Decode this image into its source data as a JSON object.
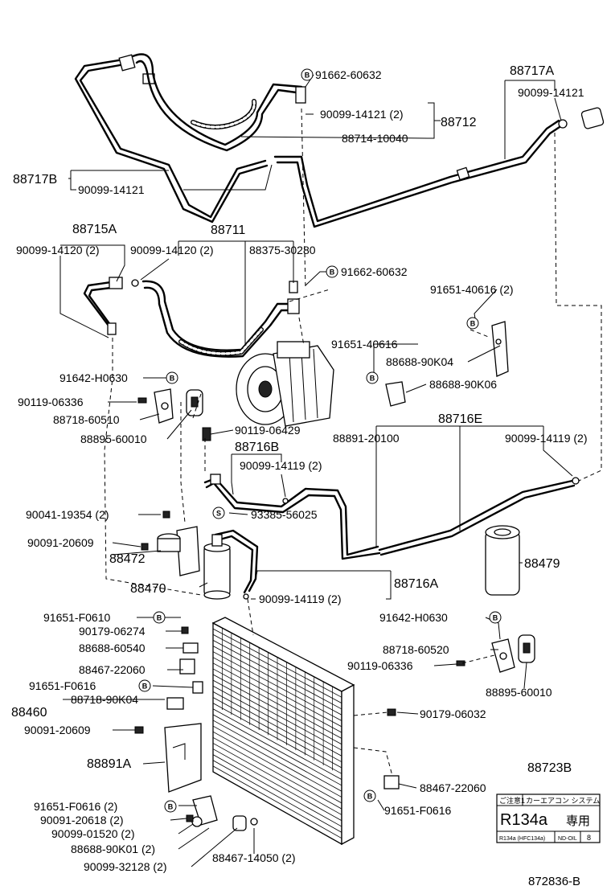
{
  "labels": {
    "p_91662_60632_a": "91662-60632",
    "p_88717A": "88717A",
    "p_90099_14121_a": "90099-14121",
    "p_90099_14121_2": "90099-14121 (2)",
    "p_88712": "88712",
    "p_88714_10040": "88714-10040",
    "p_88717B": "88717B",
    "p_90099_14121_b": "90099-14121",
    "p_88715A": "88715A",
    "p_88711": "88711",
    "p_90099_14120_2a": "90099-14120 (2)",
    "p_90099_14120_2b": "90099-14120 (2)",
    "p_88375_30280": "88375-30280",
    "p_91662_60632_b": "91662-60632",
    "p_91651_40616_2": "91651-40616 (2)",
    "p_91651_40616": "91651-40616",
    "p_88688_90K04": "88688-90K04",
    "p_88688_90K06": "88688-90K06",
    "p_91642_H0630_a": "91642-H0630",
    "p_90119_06336_a": "90119-06336",
    "p_88718_60510": "88718-60510",
    "p_88895_60010_a": "88895-60010",
    "p_90119_06429": "90119-06429",
    "p_88716E": "88716E",
    "p_88891_20100": "88891-20100",
    "p_90099_14119_2a": "90099-14119 (2)",
    "p_88716B": "88716B",
    "p_90099_14119_2b": "90099-14119 (2)",
    "p_93385_56025": "93385-56025",
    "p_90041_19354_2": "90041-19354 (2)",
    "p_90091_20609_a": "90091-20609",
    "p_88472": "88472",
    "p_88479": "88479",
    "p_88470": "88470",
    "p_88716A": "88716A",
    "p_90099_14119_2c": "90099-14119 (2)",
    "p_91651_F0610": "91651-F0610",
    "p_90179_06274": "90179-06274",
    "p_88688_60540": "88688-60540",
    "p_91642_H0630_b": "91642-H0630",
    "p_88718_60520": "88718-60520",
    "p_90119_06336_b": "90119-06336",
    "p_88467_22060_a": "88467-22060",
    "p_91651_F0616_a": "91651-F0616",
    "p_88895_60010_b": "88895-60010",
    "p_88460": "88460",
    "p_88718_90K04": "88718-90K04",
    "p_90179_06032": "90179-06032",
    "p_90091_20609_b": "90091-20609",
    "p_88891A": "88891A",
    "p_88723B": "88723B",
    "p_88467_22060_b": "88467-22060",
    "p_91651_F0616_2": "91651-F0616 (2)",
    "p_91651_F0616_b": "91651-F0616",
    "p_90091_20618_2": "90091-20618 (2)",
    "p_90099_01520_2": "90099-01520 (2)",
    "p_88688_90K01_2": "88688-90K01 (2)",
    "p_88467_14050_2": "88467-14050 (2)",
    "p_90099_32128_2": "90099-32128 (2)"
  },
  "marks": {
    "b": "B",
    "s": "S"
  },
  "refrigerant_label": {
    "header_left": "ご注意1",
    "header_right": "カーエアコン システム",
    "refrigerant": "R134a",
    "exclusive": "専用",
    "small_left": "R134a (HFC134a)",
    "small_mid": "ND-OIL",
    "small_right": "8"
  },
  "figure_ref": "872836-B"
}
